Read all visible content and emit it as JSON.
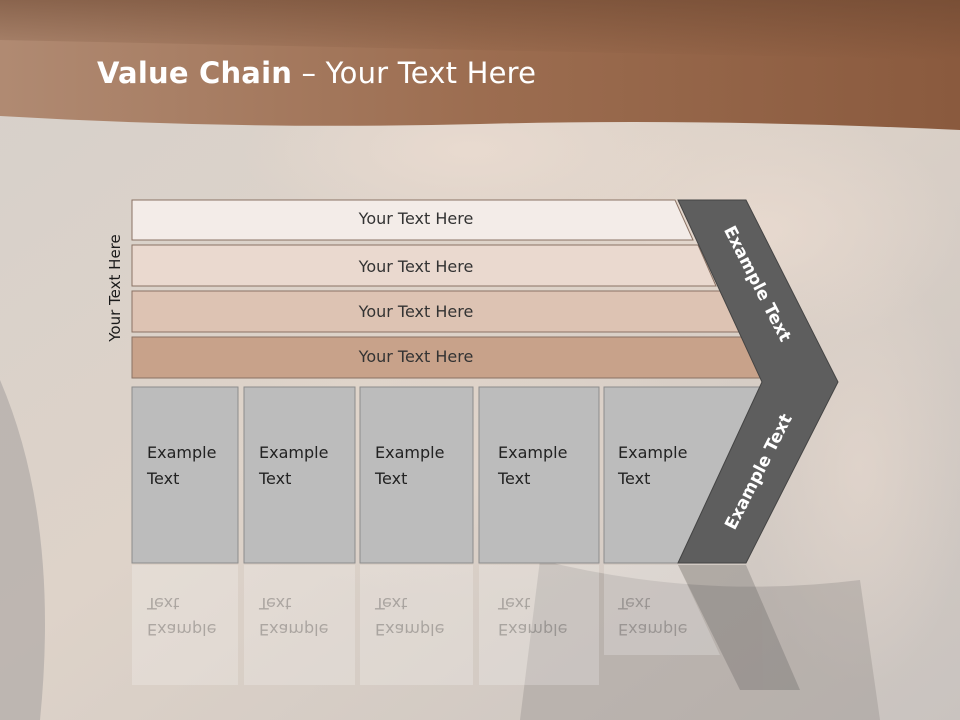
{
  "title": {
    "bold": "Value Chain",
    "rest": " – Your Text Here"
  },
  "side_label": "Your Text Here",
  "rows": [
    {
      "label": "Your Text Here"
    },
    {
      "label": "Your Text Here"
    },
    {
      "label": "Your Text Here"
    },
    {
      "label": "Your Text Here"
    }
  ],
  "columns": [
    {
      "line1": "Example",
      "line2": "Text"
    },
    {
      "line1": "Example",
      "line2": "Text"
    },
    {
      "line1": "Example",
      "line2": "Text"
    },
    {
      "line1": "Example",
      "line2": "Text"
    },
    {
      "line1": "Example",
      "line2": "Text"
    }
  ],
  "chevron_top": "Example Text",
  "chevron_bottom": "Example Text",
  "colors": {
    "header": "#9a6a4c",
    "row1": "#f3ece8",
    "row2": "#ead9cf",
    "row3": "#ddc3b3",
    "row4": "#c8a28a",
    "column": "#b8b8b8",
    "chevron": "#5e5e5e"
  }
}
